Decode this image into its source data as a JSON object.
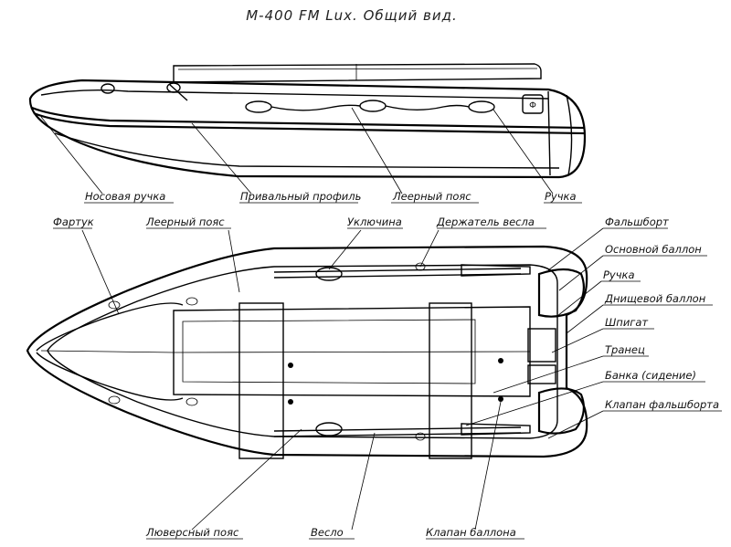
{
  "title": "М-400 FM Lux. Общий вид.",
  "side_view_labels": {
    "bow_handle": "Носовая ручка",
    "rub_strake": "Привальный профиль",
    "lifeline": "Леерный пояс",
    "handle": "Ручка"
  },
  "top_view_labels": {
    "apron": "Фартук",
    "lifeline": "Леерный пояс",
    "oarlock": "Уключина",
    "oar_holder": "Держатель весла",
    "bulwark": "Фальшборт",
    "main_tube": "Основной баллон",
    "handle": "Ручка",
    "bottom_tube": "Днищевой баллон",
    "scupper": "Шпигат",
    "transom": "Транец",
    "bench": "Банка (сидение)",
    "bulwark_valve": "Клапан фальшборта",
    "grommet_belt": "Люверсный пояс",
    "oar": "Весло",
    "tube_valve": "Клапан баллона"
  },
  "colors": {
    "line": "#000000",
    "background": "#ffffff"
  }
}
